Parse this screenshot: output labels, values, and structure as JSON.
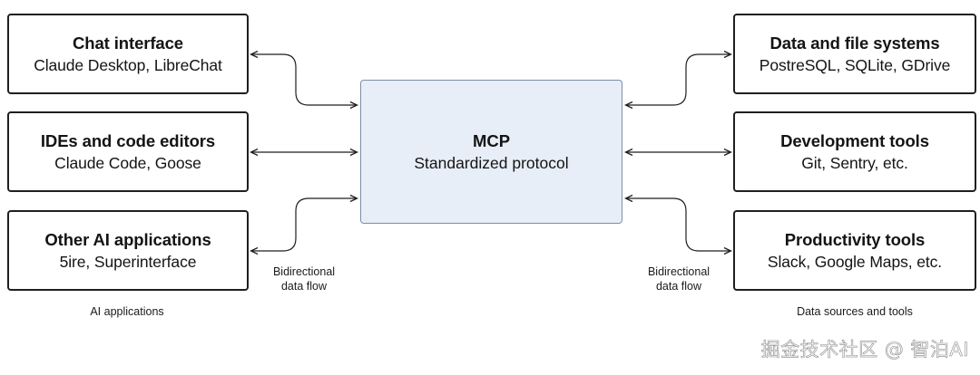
{
  "left_boxes": [
    {
      "title": "Chat interface",
      "subtitle": "Claude Desktop, LibreChat"
    },
    {
      "title": "IDEs and code editors",
      "subtitle": "Claude Code, Goose"
    },
    {
      "title": "Other AI applications",
      "subtitle": "5ire, Superinterface"
    }
  ],
  "right_boxes": [
    {
      "title": "Data and file systems",
      "subtitle": "PostreSQL, SQLite, GDrive"
    },
    {
      "title": "Development tools",
      "subtitle": "Git, Sentry, etc."
    },
    {
      "title": "Productivity tools",
      "subtitle": "Slack, Google Maps, etc."
    }
  ],
  "center": {
    "title": "MCP",
    "subtitle": "Standardized protocol"
  },
  "flow_labels": {
    "left": [
      "Bidirectional",
      "data flow"
    ],
    "right": [
      "Bidirectional",
      "data flow"
    ]
  },
  "captions": {
    "left": "AI applications",
    "right": "Data sources and tools"
  },
  "watermark": "掘金技术社区 @ 智泊AI"
}
